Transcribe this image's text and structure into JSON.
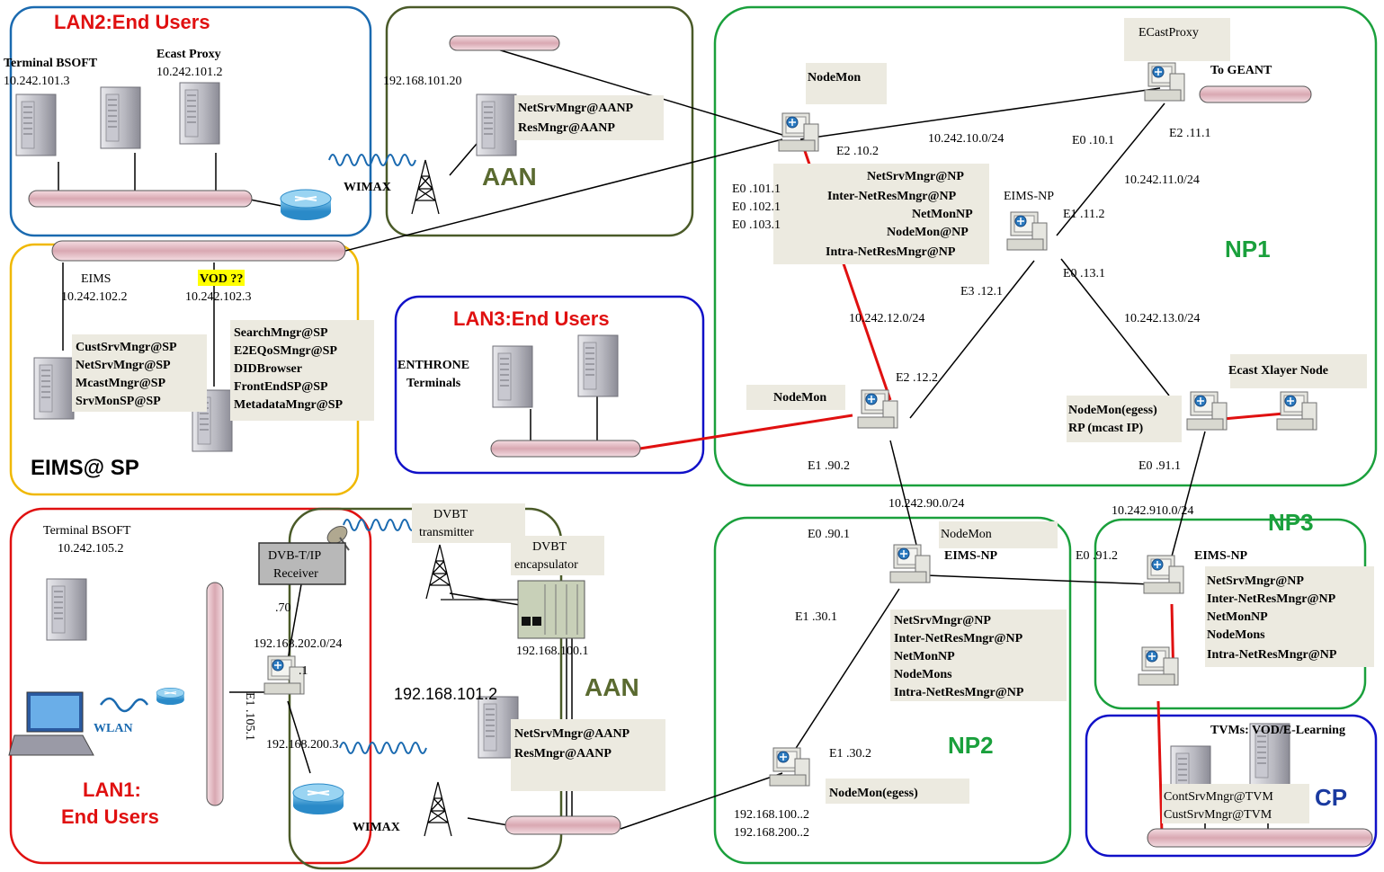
{
  "regions": {
    "lan2": "LAN2:End Users",
    "aan_top": "AAN",
    "np1": "NP1",
    "eims_sp": "EIMS@ SP",
    "lan3": "LAN3:End Users",
    "lan1_line1": "LAN1:",
    "lan1_line2": "End Users",
    "aan_bottom": "AAN",
    "np2": "NP2",
    "np3": "NP3",
    "cp": "CP"
  },
  "lan2": {
    "terminal_name": "Terminal BSOFT",
    "terminal_ip": "10.242.101.3",
    "proxy_name": "Ecast Proxy",
    "proxy_ip": "10.242.101.2",
    "wimax": "WIMAX"
  },
  "aan_top": {
    "ip": "192.168.101.20",
    "services": [
      "NetSrvMngr@AANP",
      "ResMngr@AANP"
    ]
  },
  "eims_sp": {
    "eims_name": "EIMS",
    "eims_ip": "10.242.102.2",
    "vod_name": "VOD ??",
    "vod_ip": "10.242.102.3",
    "services_left": [
      "CustSrvMngr@SP",
      "NetSrvMngr@SP",
      "McastMngr@SP",
      "SrvMonSP@SP"
    ],
    "services_right": [
      "SearchMngr@SP",
      "E2EQoSMngr@SP",
      "DIDBrowser",
      "FrontEndSP@SP",
      "MetadataMngr@SP"
    ]
  },
  "lan3": {
    "terminals_line1": "ENTHRONE",
    "terminals_line2": "Terminals"
  },
  "np1": {
    "nodemon_top": "NodeMon",
    "ecastproxy": "ECastProxy",
    "to_geant": "To GEANT",
    "e0_10_1": "E0  .10.1",
    "e2_11_1": "E2  .11.1",
    "net_10": "10.242.10.0/24",
    "e2_10_2": "E2  .10.2",
    "net_11": "10.242.11.0/24",
    "e0_101": "E0  .101.1",
    "e0_102": "E0  .102.1",
    "e0_103": "E0  .103.1",
    "services": [
      "NetSrvMngr@NP",
      "Inter-NetResMngr@NP",
      "NetMonNP",
      "NodeMon@NP",
      "Intra-NetResMngr@NP"
    ],
    "eims_np": "EIMS-NP",
    "e1_11_2": "E1  .11.2",
    "e0_13_1": "E0  .13.1",
    "e3_12_1": "E3  .12.1",
    "net_12": "10.242.12.0/24",
    "net_13": "10.242.13.0/24",
    "e2_12_2": "E2  .12.2",
    "nodemon_mid": "NodeMon",
    "xlayer": "Ecast Xlayer Node",
    "nodemon_egess": "NodeMon(egess)",
    "rp": "RP (mcast IP)",
    "e1_90_2": "E1  .90.2",
    "e0_91_1": "E0  .91.1"
  },
  "links": {
    "net_90": "10.242.90.0/24",
    "net_910": "10.242.910.0/24"
  },
  "np2": {
    "e0_90_1": "E0  .90.1",
    "nodemon": "NodeMon",
    "eims_np": "EIMS-NP",
    "e1_30_1": "E1  .30.1",
    "services": [
      "NetSrvMngr@NP",
      "Inter-NetResMngr@NP",
      "NetMonNP",
      "NodeMons",
      " Intra-NetResMngr@NP"
    ],
    "e1_30_2": "E1  .30.2",
    "nodemon_egess": "NodeMon(egess)",
    "ip1": "192.168.100..2",
    "ip2": "192.168.200..2"
  },
  "np3": {
    "e0_91_2": "E0  .91.2",
    "eims_np": "EIMS-NP",
    "services": [
      "NetSrvMngr@NP",
      "Inter-NetResMngr@NP",
      "NetMonNP",
      "NodeMons",
      "Intra-NetResMngr@NP"
    ]
  },
  "cp": {
    "title": "TVMs: VOD/E-Learning",
    "services": [
      "ContSrvMngr@TVM",
      "CustSrvMngr@TVM"
    ]
  },
  "lan1": {
    "terminal_name": "Terminal BSOFT",
    "terminal_ip": "10.242.105.2",
    "receiver_line1": "DVB-T/IP",
    "receiver_line2": "Receiver",
    "dot70": ".70",
    "net_202": "192.168.202.0/24",
    "dot1": ".1",
    "router_ip": "192.168.200.3",
    "e1": "E1  .105.1",
    "wlan": "WLAN",
    "wimax": "WIMAX"
  },
  "aan_bottom": {
    "dvbt_line1": "DVBT",
    "dvbt_line2": "transmitter",
    "encap_line1": "DVBT",
    "encap_line2": "encapsulator",
    "encap_ip": "192.168.100.1",
    "server_ip": "192.168.101.2",
    "services": [
      "NetSrvMngr@AANP",
      "ResMngr@AANP"
    ]
  },
  "colors": {
    "lan_red": "#e01010",
    "np_green": "#1aa03c",
    "aan_olive": "#4a5a28",
    "lan2_blue": "#1a6ab0",
    "eims_orange": "#f0b800",
    "lan3_blue": "#1010c8",
    "bus_pink": "#e8c0c8",
    "red_link": "#e01010"
  }
}
